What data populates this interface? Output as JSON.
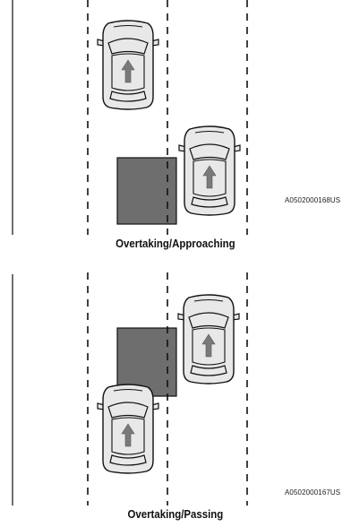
{
  "figures": [
    {
      "caption": "Overtaking/Approaching",
      "figure_code": "A0502000168US",
      "colors": {
        "zone": "#6e6e6e",
        "car_body": "#e8e8e8",
        "arrow": "#7a7a7a",
        "lines": "#111111"
      }
    },
    {
      "caption": "Overtaking/Passing",
      "figure_code": "A0502000167US",
      "colors": {
        "zone": "#6e6e6e",
        "car_body": "#e8e8e8",
        "arrow": "#7a7a7a",
        "lines": "#111111"
      }
    }
  ],
  "icons": {
    "car": "car-top-view-icon",
    "direction": "arrow-up-icon"
  }
}
